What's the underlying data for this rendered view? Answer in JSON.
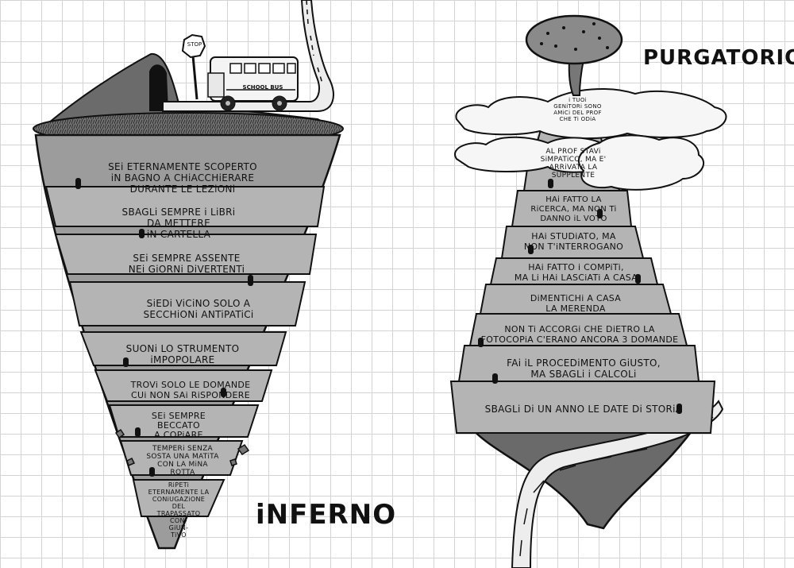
{
  "titles": {
    "inferno": "iNFERNO",
    "purgatorio": "PURGATORIO"
  },
  "signs": {
    "stop": "STOP",
    "bus": "SCHOOL BUS"
  },
  "inferno_circles": [
    "SEi ETERNAMENTE SCOPERTO\niN BAGNO A CHiACCHiERARE\nDURANTE LE LEZiONi",
    "SBAGLi SEMPRE i LiBRi\nDA METTERE\niN CARTELLA",
    "SEi SEMPRE ASSENTE\nNEi GiORNi DiVERTENTi",
    "SiEDi ViCiNO SOLO A\nSECCHiONi ANTiPATiCi",
    "SUONi LO STRUMENTO\niMPOPOLARE",
    "TROVi SOLO LE DOMANDE\nCUi NON SAi RiSPONDERE",
    "SEi SEMPRE\nBECCATO\nA COPiARE",
    "TEMPERi SENZA\nSOSTA UNA MATiTA\nCON LA MiNA\nROTTA",
    "RiPETi\nETERNAMENTE LA\nCONiUGAZiONE\nDEL\nTRAPASSATO\nCON-\nGiUN-\nTiVO"
  ],
  "purgatorio_terraces": [
    "i TUOi\nGENiTORi SONO\nAMiCi DEL PROF\nCHE Ti ODiA",
    "AL PROF STAVi\nSiMPATiCO, MA E'\nARRiVATA LA\nSUPPLENTE",
    "HAi FATTO LA\nRiCERCA, MA NON Ti\nDANNO iL VOTO",
    "HAi STUDiATO, MA\nNON T'iNTERROGANO",
    "HAi FATTO i COMPiTi,\nMA Li HAi LASCiATi A CASA",
    "DiMENTiCHi A CASA\nLA MERENDA",
    "NON Ti ACCORGi CHE DiETRO LA\nFOTOCOPiA C'ERANO ANCORA 3 DOMANDE",
    "FAi iL PROCEDiMENTO GiUSTO,\nMA SBAGLi i CALCOLi",
    "SBAGLi Di UN ANNO LE DATE Di STORiA"
  ]
}
